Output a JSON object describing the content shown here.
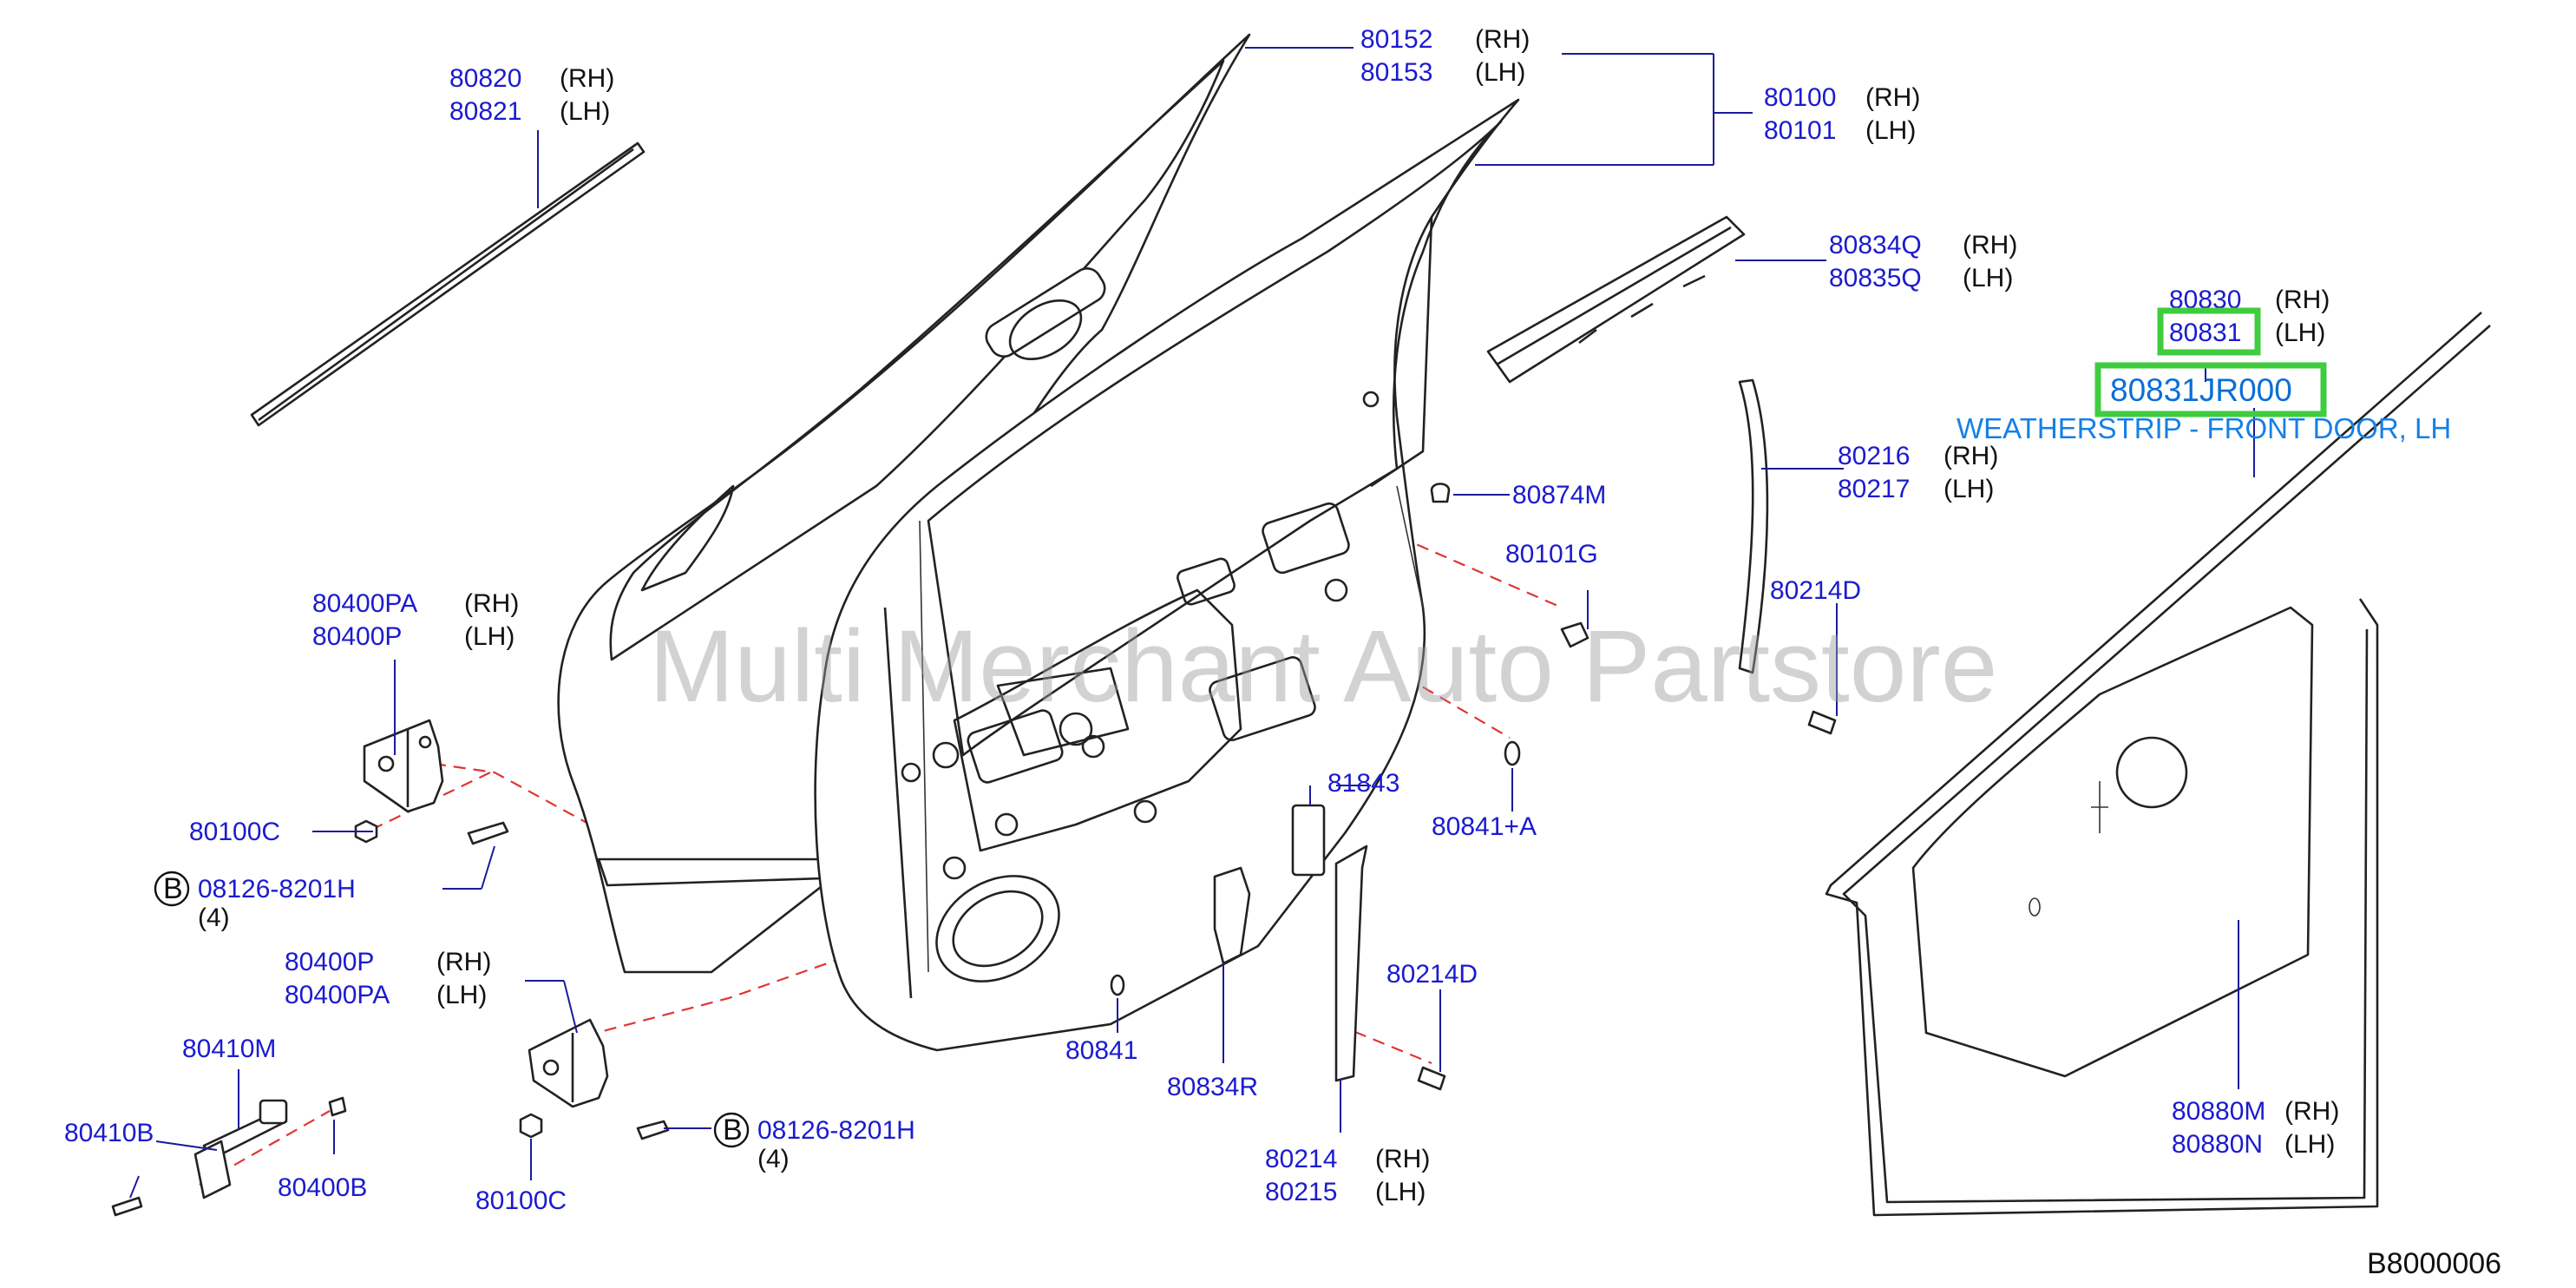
{
  "watermark": "Multi Merchant Auto Partstore",
  "diagram_code": "B8000006",
  "highlight": {
    "part_no": "80831JR000",
    "description": "WEATHERSTRIP - FRONT DOOR, LH"
  },
  "colors": {
    "label": "#1b1bcf",
    "highlight_box": "#3fcc3f",
    "highlight_text": "#0a6fd6",
    "guide_line": "#e03535"
  },
  "callouts": {
    "c80820": {
      "num": "80820",
      "side": "(RH)"
    },
    "c80821": {
      "num": "80821",
      "side": "(LH)"
    },
    "c80152": {
      "num": "80152",
      "side": "(RH)"
    },
    "c80153": {
      "num": "80153",
      "side": "(LH)"
    },
    "c80100": {
      "num": "80100",
      "side": "(RH)"
    },
    "c80101": {
      "num": "80101",
      "side": "(LH)"
    },
    "c80834Q": {
      "num": "80834Q",
      "side": "(RH)"
    },
    "c80835Q": {
      "num": "80835Q",
      "side": "(LH)"
    },
    "c80830": {
      "num": "80830",
      "side": "(RH)"
    },
    "c80831": {
      "num": "80831",
      "side": "(LH)"
    },
    "c80216": {
      "num": "80216",
      "side": "(RH)"
    },
    "c80217": {
      "num": "80217",
      "side": "(LH)"
    },
    "c80874M": {
      "num": "80874M"
    },
    "c80101G": {
      "num": "80101G"
    },
    "c80214D_top": {
      "num": "80214D"
    },
    "c80400PA_top": {
      "num": "80400PA",
      "side": "(RH)"
    },
    "c80400P_top": {
      "num": "80400P",
      "side": "(LH)"
    },
    "c80100C_top": {
      "num": "80100C"
    },
    "bolt_top": {
      "badge": "B",
      "num": "08126-8201H",
      "qty": "(4)"
    },
    "c81843": {
      "num": "81843"
    },
    "c80841A": {
      "num": "80841+A"
    },
    "c80400P_bot": {
      "num": "80400P",
      "side": "(RH)"
    },
    "c80400PA_bot": {
      "num": "80400PA",
      "side": "(LH)"
    },
    "c80410M": {
      "num": "80410M"
    },
    "c80410B": {
      "num": "80410B"
    },
    "c80400B": {
      "num": "80400B"
    },
    "c80100C_bot": {
      "num": "80100C"
    },
    "bolt_bot": {
      "badge": "B",
      "num": "08126-8201H",
      "qty": "(4)"
    },
    "c80841": {
      "num": "80841"
    },
    "c80834R": {
      "num": "80834R"
    },
    "c80214D_bot": {
      "num": "80214D"
    },
    "c80214": {
      "num": "80214",
      "side": "(RH)"
    },
    "c80215": {
      "num": "80215",
      "side": "(LH)"
    },
    "c80880M": {
      "num": "80880M",
      "side": "(RH)"
    },
    "c80880N": {
      "num": "80880N",
      "side": "(LH)"
    }
  }
}
